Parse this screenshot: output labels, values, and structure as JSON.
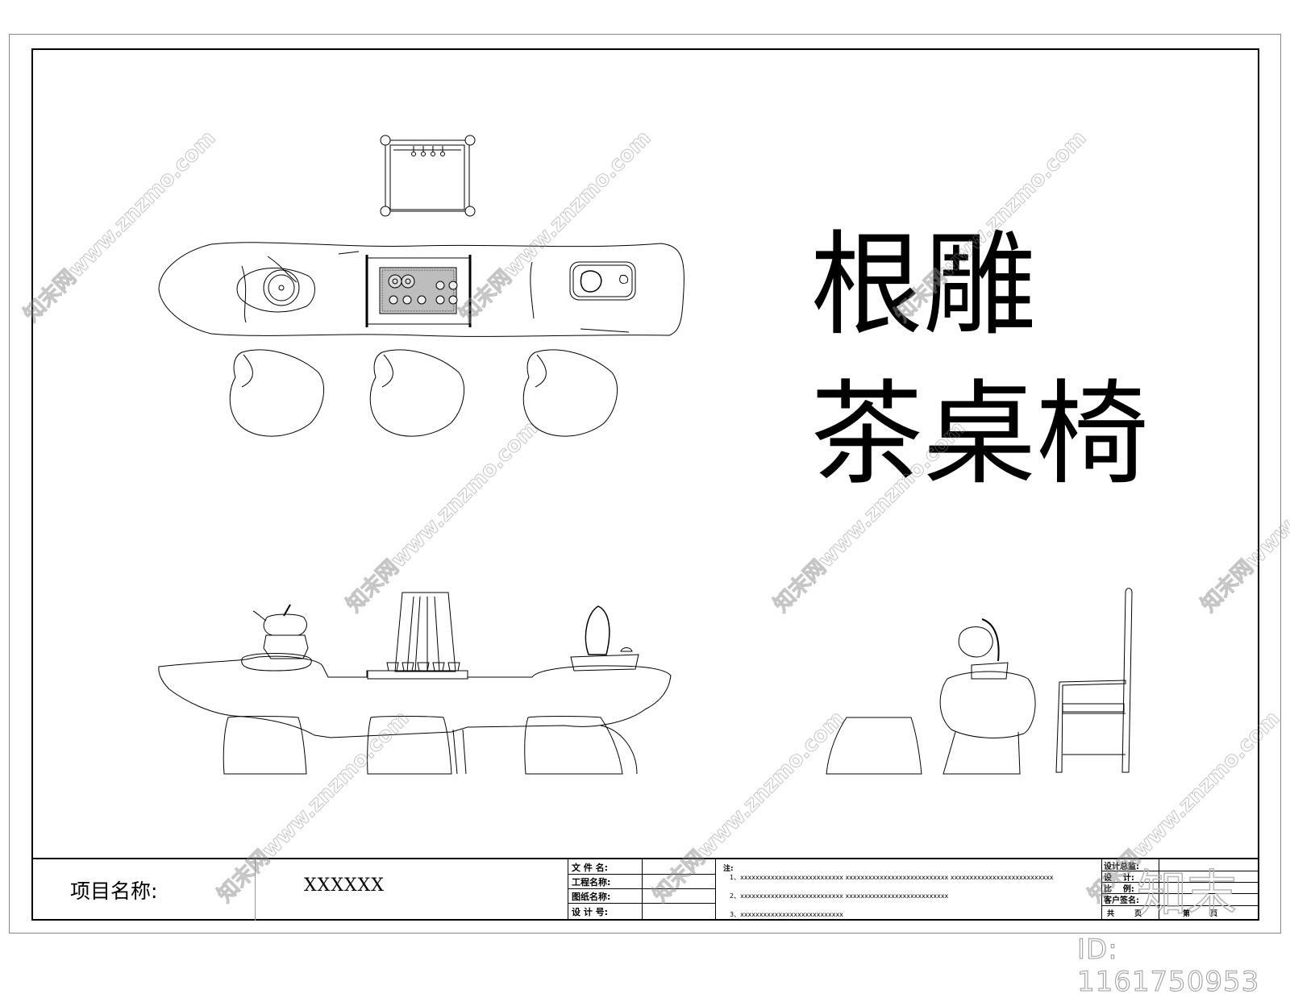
{
  "drawing": {
    "title_lines": [
      "根雕",
      "茶桌椅"
    ],
    "views": {
      "plan": {
        "label": "plan-view",
        "items": [
          "armchair",
          "root-carving-tea-table",
          "stool-1",
          "stool-2",
          "stool-3"
        ]
      },
      "front_elevation": {
        "label": "front-elevation",
        "items": [
          "kettle-on-stove",
          "tea-tray-with-cups",
          "rock-ornament",
          "stool-1",
          "stool-2",
          "stool-3"
        ]
      },
      "side_elevation": {
        "label": "side-elevation",
        "items": [
          "stool",
          "table-end",
          "armchair"
        ]
      }
    }
  },
  "title_bar": {
    "project_label": "项目名称:",
    "project_value": "XXXXXX",
    "fields": [
      {
        "label": "文 件 名:",
        "value": ""
      },
      {
        "label": "工程名称:",
        "value": ""
      },
      {
        "label": "图纸名称:",
        "value": ""
      },
      {
        "label": "设 计 号:",
        "value": ""
      }
    ],
    "notes_heading": "注:",
    "notes": [
      "1、xxxxxxxxxxxxxxxxxxxxxxxxxxx     xxxxxxxxxxxxxxxxxxxxxxxxxxx     xxxxxxxxxxxxxxxxxxxxxxxxxxx",
      "2、xxxxxxxxxxxxxxxxxxxxxxxxxxx     xxxxxxxxxxxxxxxxxxxxxxxxxxx",
      "3、xxxxxxxxxxxxxxxxxxxxxxxxxxx"
    ],
    "signoff": [
      {
        "label": "设计总监:"
      },
      {
        "label": "设    计:"
      },
      {
        "label": "比    例:"
      },
      {
        "label": "客户签名:"
      }
    ],
    "page_total_label": "共        页",
    "page_current_label": "第        页"
  },
  "watermark": {
    "text": "知末网www.znzmo.com",
    "logo": "知末",
    "id": "ID: 1161750953"
  }
}
